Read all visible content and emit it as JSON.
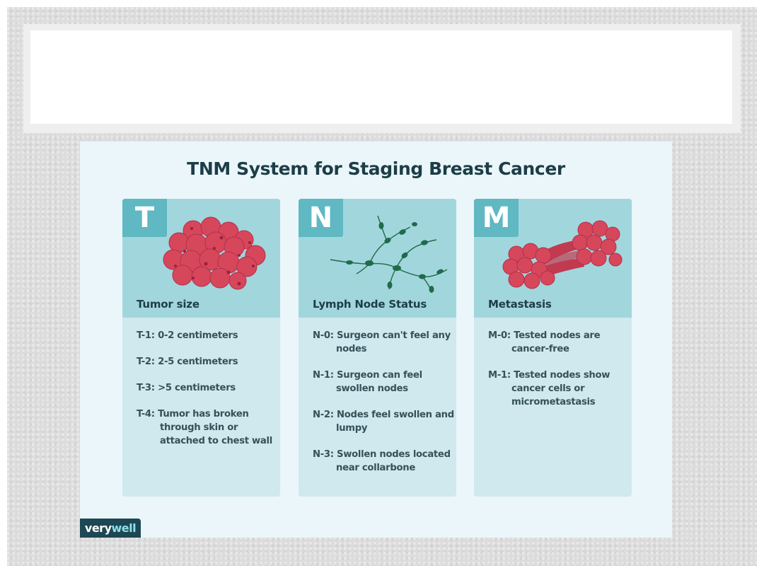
{
  "infographic": {
    "title": "TNM System for Staging Breast Cancer",
    "cards": [
      {
        "letter": "T",
        "heading": "Tumor size",
        "items": [
          "T-1: 0-2 centimeters",
          "T-2: 2-5 centimeters",
          "T-3: >5 centimeters",
          "T-4: Tumor has broken through skin or attached to chest wall"
        ]
      },
      {
        "letter": "N",
        "heading": "Lymph Node Status",
        "items": [
          "N-0: Surgeon can't feel any nodes",
          "N-1: Surgeon can feel swollen nodes",
          "N-2: Nodes feel swollen and lumpy",
          "N-3: Swollen nodes located near collarbone"
        ]
      },
      {
        "letter": "M",
        "heading": "Metastasis",
        "items": [
          "M-0: Tested nodes are cancer-free",
          "M-1: Tested nodes show cancer cells or micrometastasis"
        ]
      }
    ]
  },
  "logo": {
    "part1": "very",
    "part2": "well"
  },
  "colors": {
    "card_header": "#a2d6dd",
    "card_body": "#cfe9ee",
    "letter_tab": "#5fb8c2",
    "tumor_red": "#d6475b",
    "lymph_green": "#1f6b4a",
    "text_dark": "#1d3d47"
  }
}
